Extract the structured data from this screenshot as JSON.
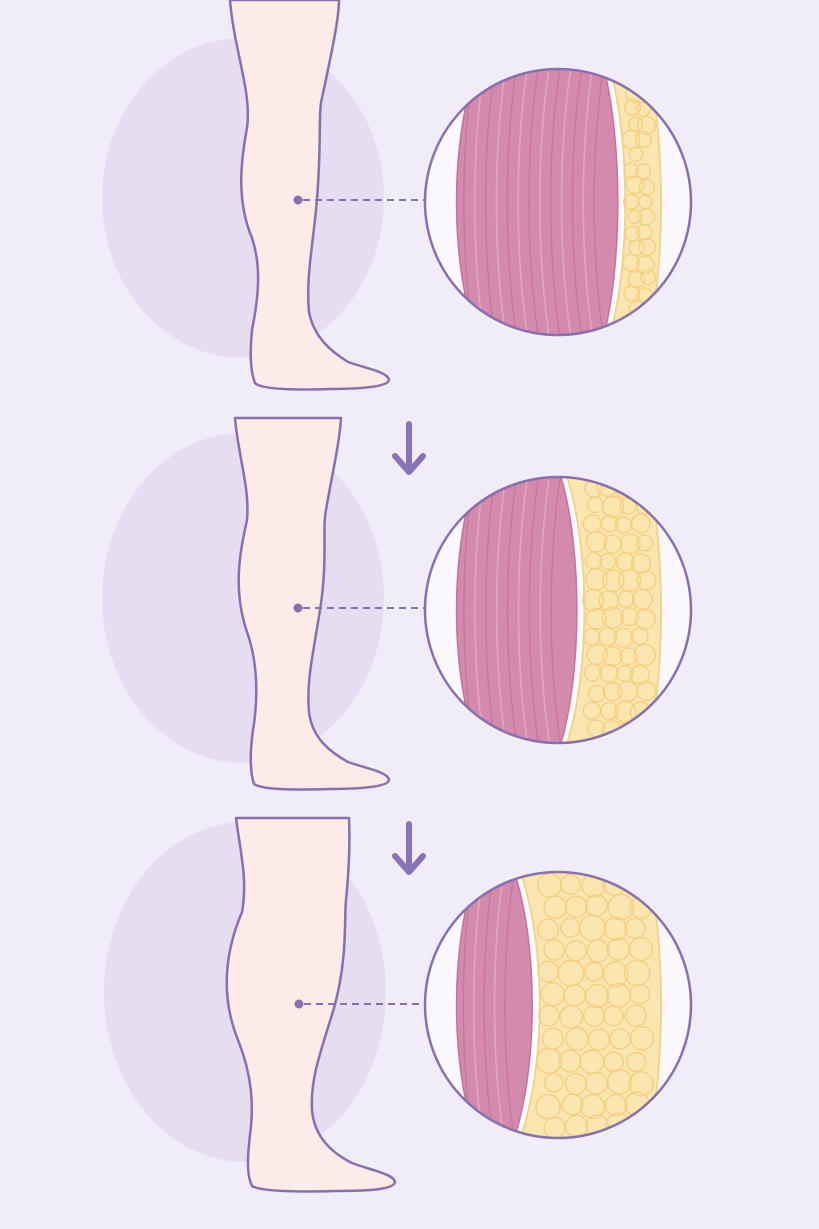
{
  "colors": {
    "background": "#f1ecf9",
    "halo": "#e6ddf3",
    "skin": "#fcebe6",
    "outline": "#8770ad",
    "arrow": "#8a72b8",
    "muscle": "#d48aac",
    "muscle_stripe": "#c27399",
    "muscle_highlight": "#e6b0c8",
    "fat": "#fbe6b0",
    "fat_cell": "#f3cf82",
    "fat_edge": "#f0d48e"
  },
  "icons": {
    "arrow": "arrow-down-icon",
    "pointer": "callout-dot-icon"
  },
  "stages": [
    {
      "fat_share": 0.2
    },
    {
      "fat_share": 0.42
    },
    {
      "fat_share": 0.66
    }
  ]
}
